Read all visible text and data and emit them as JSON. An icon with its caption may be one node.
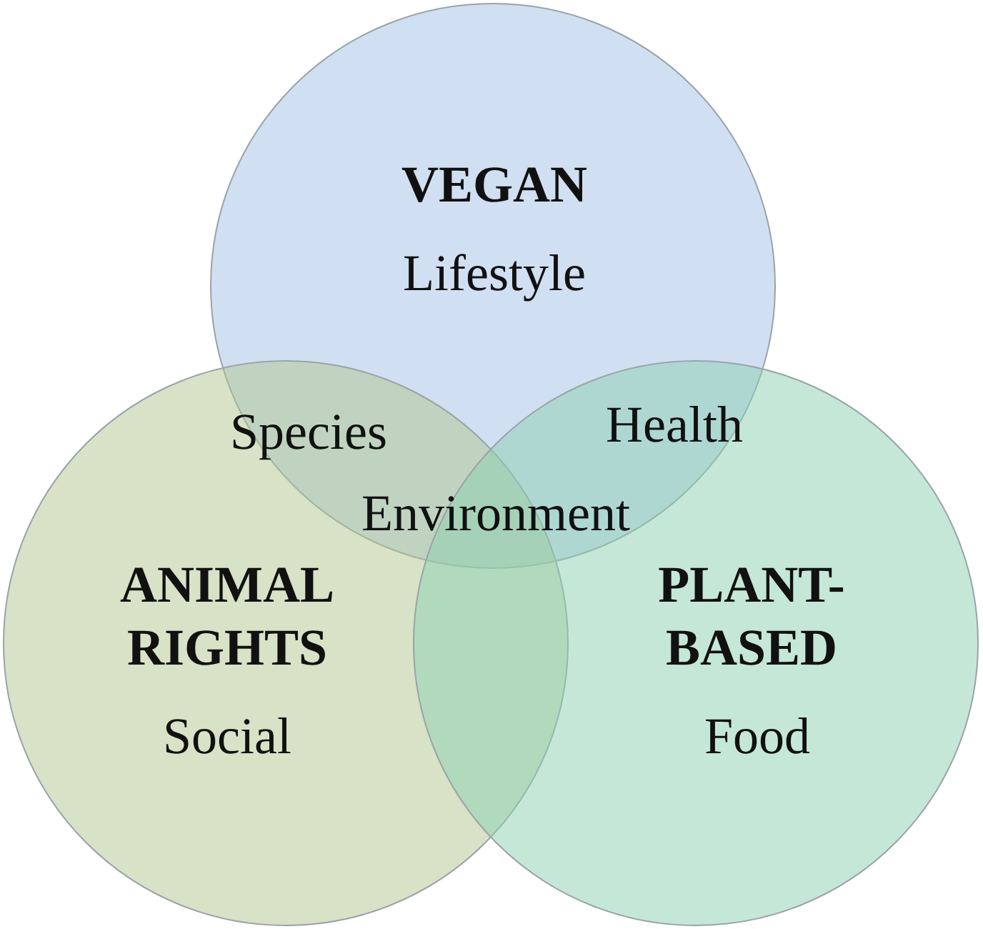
{
  "diagram": {
    "nodes": [
      {
        "text": [
          "VEGAN",
          "Lifestyle"
        ]
      },
      {
        "text": [
          "ANIMAL RIGHTS",
          "Social"
        ]
      },
      {
        "text": [
          "PLANT-BASED",
          "Food"
        ]
      }
    ],
    "labels": [
      "Species",
      "Health",
      "Environment"
    ]
  }
}
